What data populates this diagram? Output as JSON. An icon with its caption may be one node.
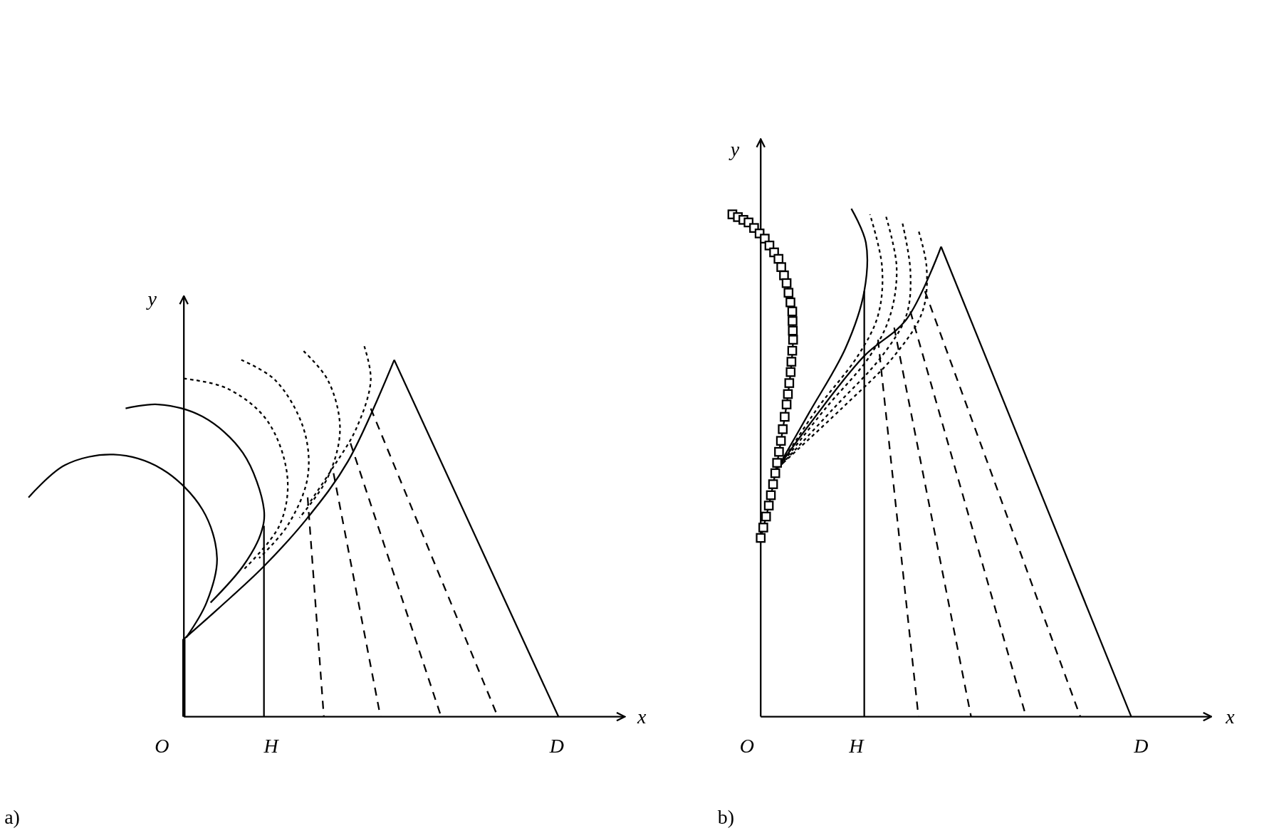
{
  "diagram": {
    "labels": [
      "y",
      "x",
      "O",
      "H",
      "D",
      "a)",
      "y",
      "x",
      "O",
      "H",
      "D",
      "b)"
    ]
  }
}
